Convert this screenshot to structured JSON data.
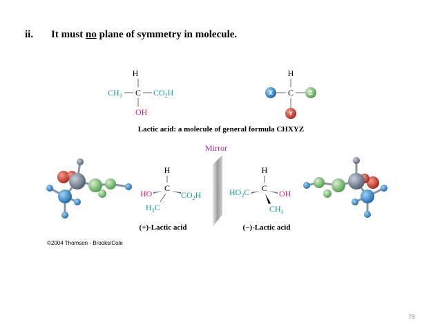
{
  "heading": {
    "number": "ii.",
    "text_before": "It must ",
    "emphasis": "no",
    "text_after": " plane of symmetry in molecule."
  },
  "figure": {
    "lactic": {
      "h": "H",
      "c": "C",
      "ch3_base": "CH",
      "ch3_sub": "3",
      "co2h_base": "CO",
      "co2h_sub": "2",
      "co2h_end": "H",
      "oh": "OH"
    },
    "general": {
      "h": "H",
      "c": "C",
      "x": "X",
      "y": "Y",
      "z": "Z"
    },
    "caption": "Lactic acid: a molecule of general formula CHXYZ",
    "mirror_label": "Mirror",
    "plus": {
      "h": "H",
      "c": "C",
      "ho": "HO",
      "co2h_base": "CO",
      "co2h_sub": "2",
      "co2h_end": "H",
      "h3c_base": "H",
      "h3c_sub": "3",
      "h3c_end": "C",
      "label": "(+)-Lactic acid"
    },
    "minus": {
      "h": "H",
      "c": "C",
      "ho2c_base": "HO",
      "ho2c_sub": "2",
      "ho2c_end": "C",
      "oh": "OH",
      "ch3_base": "CH",
      "ch3_sub": "3",
      "label": "(−)-Lactic acid"
    },
    "copyright": "©2004 Thomson - Brooks/Cole",
    "colors": {
      "teal": "#1a9a9a",
      "magenta": "#d0237a",
      "mirror_purple": "#b03090",
      "atom_gray": "#6e7a8e",
      "atom_red": "#d23a2a",
      "atom_blue": "#2f8fcf",
      "atom_green": "#7cc07a"
    }
  },
  "page": {
    "number": "78"
  }
}
